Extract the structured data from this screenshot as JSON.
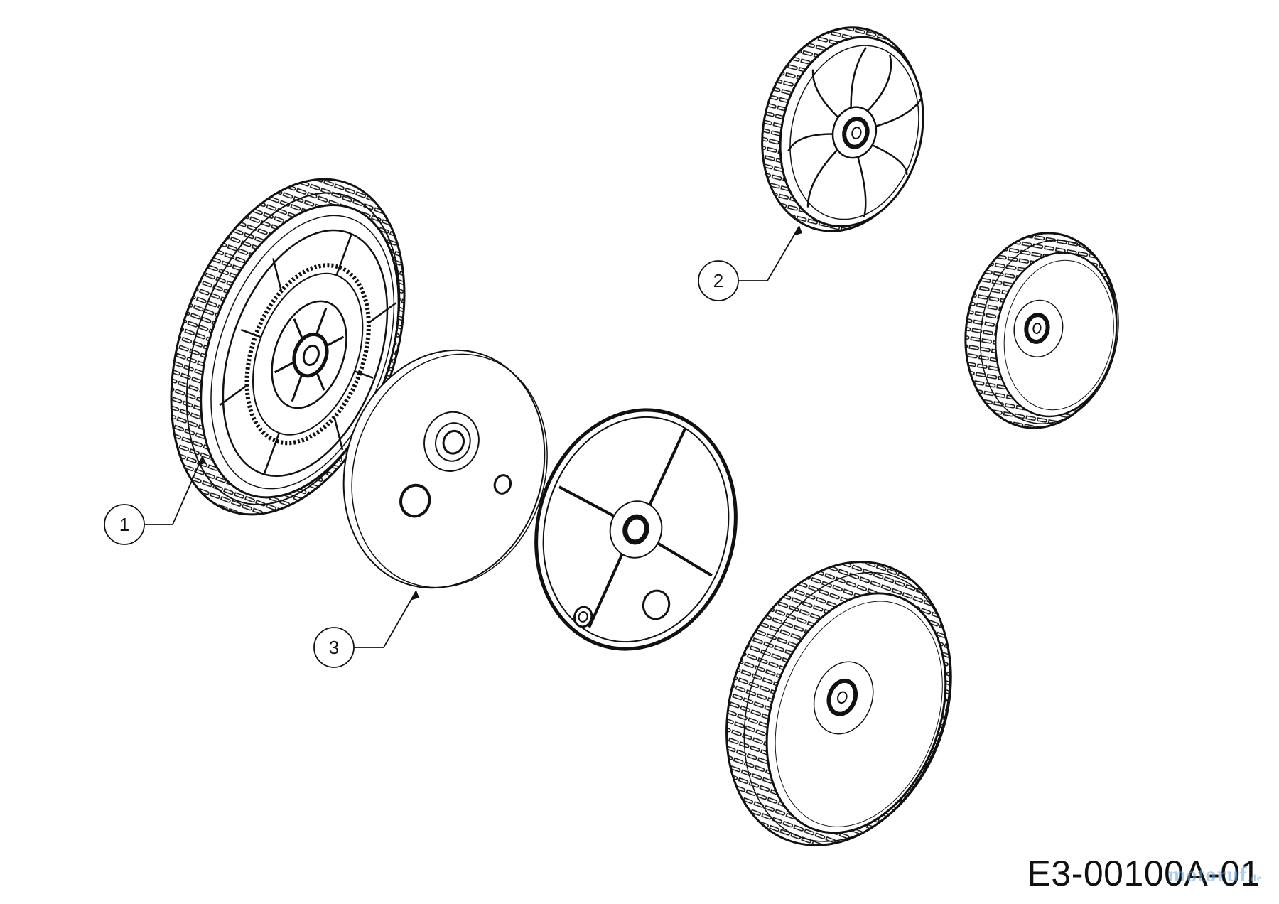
{
  "callouts": [
    {
      "label": "1"
    },
    {
      "label": "2"
    },
    {
      "label": "3"
    }
  ],
  "drawing_code": "E3-00100A-01",
  "watermark": {
    "brand": "motoruf",
    "suffix": ".de"
  },
  "colors": {
    "line": "#111111",
    "background": "#ffffff",
    "watermark": "#6fa7d8"
  }
}
